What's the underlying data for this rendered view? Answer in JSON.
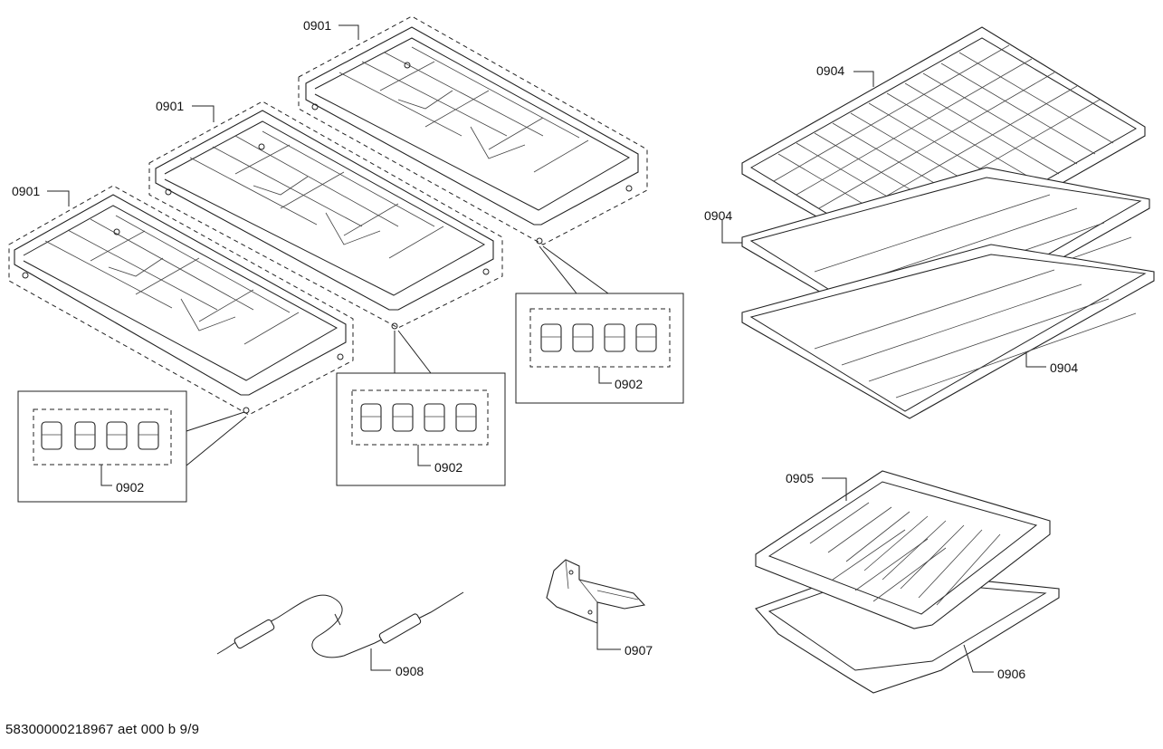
{
  "labels": {
    "grate_left": "0901",
    "grate_mid": "0901",
    "grate_right": "0901",
    "feet_left": "0902",
    "feet_mid": "0902",
    "feet_right": "0902",
    "rack_top": "0904",
    "rack_mid": "0904",
    "rack_bottom": "0904",
    "broil_insert": "0905",
    "broil_pan": "0906",
    "bracket": "0907",
    "probe": "0908"
  },
  "footer": "58300000218967 aet 000 b 9/9"
}
